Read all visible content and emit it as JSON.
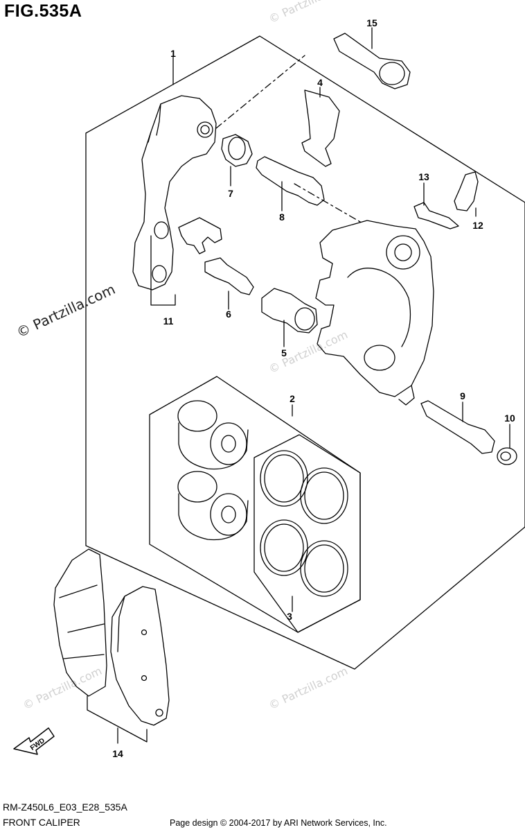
{
  "figure": {
    "title": "FIG.535A",
    "model_code": "RM-Z450L6_E03_E28_535A",
    "section_name": "FRONT CALIPER",
    "copyright": "Page design © 2004-2017 by ARI Network Services, Inc.",
    "watermark": "© Partzilla.com",
    "fwd_label": "FWD"
  },
  "callouts": [
    {
      "id": "c1",
      "number": "1"
    },
    {
      "id": "c2",
      "number": "2"
    },
    {
      "id": "c3",
      "number": "3"
    },
    {
      "id": "c4",
      "number": "4"
    },
    {
      "id": "c5",
      "number": "5"
    },
    {
      "id": "c6",
      "number": "6"
    },
    {
      "id": "c7",
      "number": "7"
    },
    {
      "id": "c8",
      "number": "8"
    },
    {
      "id": "c9",
      "number": "9"
    },
    {
      "id": "c10",
      "number": "10"
    },
    {
      "id": "c11",
      "number": "11"
    },
    {
      "id": "c12",
      "number": "12"
    },
    {
      "id": "c13",
      "number": "13"
    },
    {
      "id": "c14",
      "number": "14"
    },
    {
      "id": "c15",
      "number": "15"
    }
  ]
}
